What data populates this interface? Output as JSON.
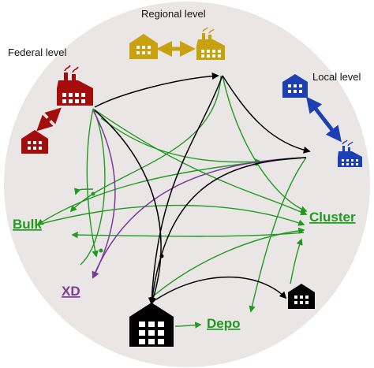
{
  "labels": {
    "regional": "Regional level",
    "federal": "Federal level",
    "local": "Local level",
    "bulk": "Bulk",
    "cluster": "Cluster",
    "xd": "XD",
    "depo": "Depo"
  },
  "colors": {
    "background_disc": "#ebe6e6",
    "regional": "#c8a20e",
    "federal": "#a50d0d",
    "local": "#1c3fb4",
    "green": "#1f9a1f",
    "purple": "#7a3a9a",
    "black": "#000000"
  },
  "icons": {
    "regional_warehouse": "warehouse-icon",
    "regional_factory": "factory-icon",
    "federal_factory": "factory-icon",
    "federal_warehouse": "warehouse-icon",
    "local_warehouse": "warehouse-icon",
    "local_factory": "factory-icon",
    "main_warehouse": "warehouse-icon",
    "small_warehouse": "warehouse-icon"
  }
}
